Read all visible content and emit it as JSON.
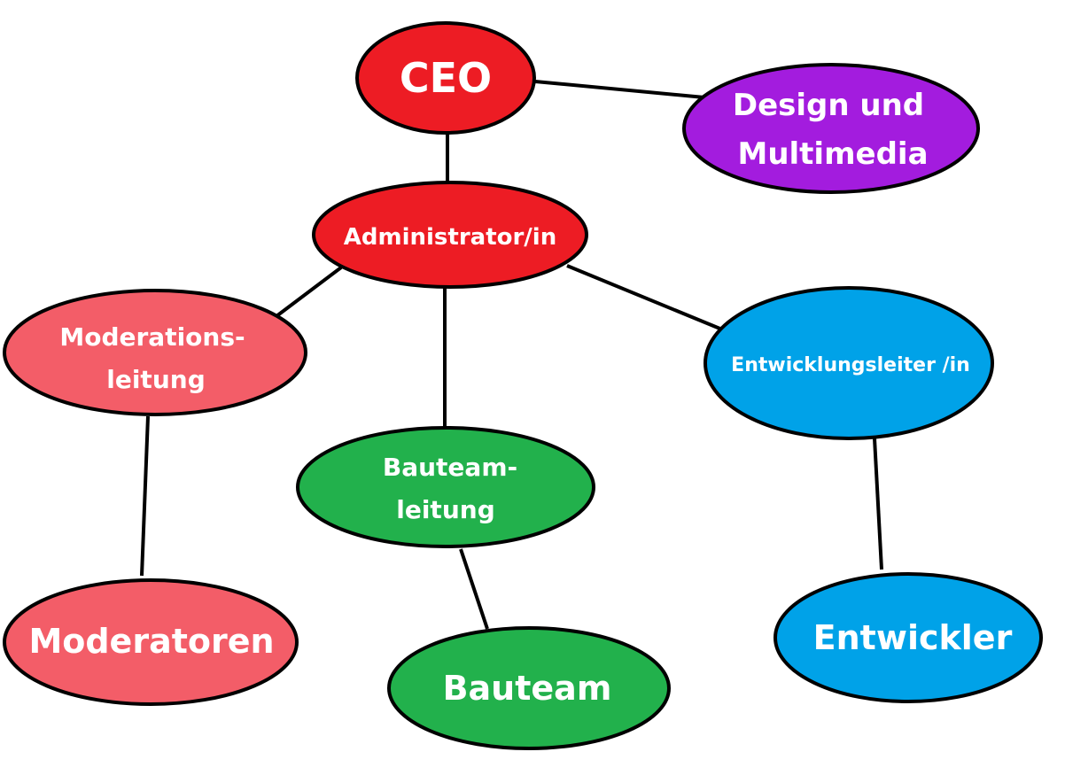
{
  "colors": {
    "red": "#ed1c24",
    "purple": "#a31cde",
    "pink": "#f35d68",
    "green": "#22b14c",
    "blue": "#00a2e8",
    "outline": "#000000",
    "text": "#ffffff"
  },
  "nodes": {
    "ceo": {
      "lines": [
        "CEO"
      ],
      "color": "red"
    },
    "design": {
      "lines": [
        "Design und",
        "Multimedia"
      ],
      "color": "purple"
    },
    "admin": {
      "lines": [
        "Administrator/in"
      ],
      "color": "red"
    },
    "modlead": {
      "lines": [
        "Moderations-",
        "leitung"
      ],
      "color": "pink"
    },
    "buildlead": {
      "lines": [
        "Bauteam-",
        "leitung"
      ],
      "color": "green"
    },
    "devlead": {
      "lines": [
        "Entwicklungsleiter /in"
      ],
      "color": "blue"
    },
    "mods": {
      "lines": [
        "Moderatoren"
      ],
      "color": "pink"
    },
    "build": {
      "lines": [
        "Bauteam"
      ],
      "color": "green"
    },
    "dev": {
      "lines": [
        "Entwickler"
      ],
      "color": "blue"
    }
  }
}
